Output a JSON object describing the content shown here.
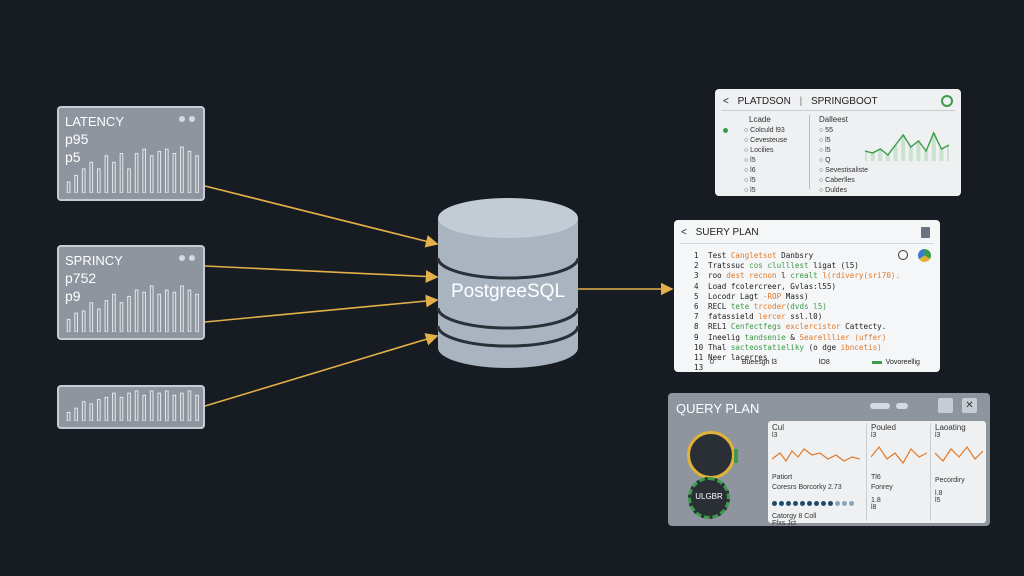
{
  "left_panels": [
    {
      "lines": [
        "LATENCY",
        "p95",
        "p5"
      ],
      "bars": [
        10,
        16,
        22,
        28,
        22,
        34,
        28,
        36,
        22,
        36,
        40,
        34,
        38,
        40,
        36,
        42,
        38,
        34
      ]
    },
    {
      "lines": [
        "SPRINCY",
        "p752",
        "p9"
      ],
      "bars": [
        12,
        18,
        20,
        28,
        22,
        30,
        36,
        28,
        34,
        40,
        38,
        44,
        36,
        40,
        38,
        44,
        40,
        36
      ]
    },
    {
      "lines": [],
      "bars": [
        8,
        12,
        18,
        16,
        20,
        22,
        26,
        22,
        26,
        28,
        24,
        28,
        26,
        28,
        24,
        26,
        28,
        24
      ]
    }
  ],
  "db": {
    "label": "PostgreeSQL"
  },
  "card_top": {
    "back": "<",
    "title": "PLATDSON",
    "divider": "|",
    "subtitle": "SPRINGBOOT",
    "col1_title": "Lcade",
    "col1_items": [
      "Colculd l93",
      "Cevesteuse",
      "Locilies",
      "l5",
      "l6",
      "l5",
      "l5"
    ],
    "col2_title": "Dalleest",
    "col2_items": [
      "55",
      "l5",
      "l5",
      "Q",
      "Sevestisaliste",
      "Caberlles",
      "Duldes"
    ],
    "spark": [
      24,
      26,
      22,
      28,
      18,
      8,
      20,
      14,
      24,
      6,
      22,
      18
    ]
  },
  "card_query": {
    "back": "<",
    "title": "SUERY PLAN",
    "lines": [
      {
        "n": "1",
        "parts": [
          {
            "t": "Test ",
            "c": "#222"
          },
          {
            "t": "Cangletsot",
            "c": "#e07a2a"
          },
          {
            "t": " Danbsry",
            "c": "#222"
          }
        ]
      },
      {
        "n": "2",
        "parts": [
          {
            "t": "Tratssuc ",
            "c": "#222"
          },
          {
            "t": "cos clulllest",
            "c": "#3a9c48"
          },
          {
            "t": " ligat (l5)",
            "c": "#222"
          }
        ]
      },
      {
        "n": "3",
        "parts": [
          {
            "t": "roo ",
            "c": "#222"
          },
          {
            "t": "dest recnon",
            "c": "#e07a2a"
          },
          {
            "t": " l ",
            "c": "#222"
          },
          {
            "t": "crealt",
            "c": "#3a9c48"
          },
          {
            "t": " l(rdivery(sri70).",
            "c": "#e07a2a"
          }
        ]
      },
      {
        "n": "4",
        "parts": [
          {
            "t": "Load ",
            "c": "#222"
          },
          {
            "t": "fcolercreer,",
            "c": "#222"
          },
          {
            "t": " Gvlas:l55)",
            "c": "#222"
          }
        ]
      },
      {
        "n": "5",
        "parts": [
          {
            "t": "Locodr ",
            "c": "#222"
          },
          {
            "t": "Lagt ",
            "c": "#222"
          },
          {
            "t": "-ROP",
            "c": "#e07a2a"
          },
          {
            "t": " Mass)",
            "c": "#222"
          }
        ]
      },
      {
        "n": "6",
        "parts": [
          {
            "t": "RECL ",
            "c": "#222"
          },
          {
            "t": "tete ",
            "c": "#3a9c48"
          },
          {
            "t": "trcoder",
            "c": "#e07a2a"
          },
          {
            "t": "(dvds l5)",
            "c": "#3a9c48"
          }
        ]
      },
      {
        "n": "7",
        "parts": [
          {
            "t": "fatassield ",
            "c": "#222"
          },
          {
            "t": "lercer",
            "c": "#e07a2a"
          },
          {
            "t": " ssl.l0)",
            "c": "#222"
          }
        ]
      },
      {
        "n": "8",
        "parts": [
          {
            "t": "REL1 ",
            "c": "#222"
          },
          {
            "t": "Cenfectfegs",
            "c": "#3a9c48"
          },
          {
            "t": " exclercistor",
            "c": "#e07a2a"
          },
          {
            "t": " Cattecty.",
            "c": "#222"
          }
        ]
      },
      {
        "n": "9",
        "parts": [
          {
            "t": "Ineelig ",
            "c": "#222"
          },
          {
            "t": "tandsenie",
            "c": "#3a9c48"
          },
          {
            "t": " & ",
            "c": "#222"
          },
          {
            "t": "Searelllier",
            "c": "#e07a2a"
          },
          {
            "t": " (uffer)",
            "c": "#e07a2a"
          }
        ]
      },
      {
        "n": "10",
        "parts": [
          {
            "t": "Thal ",
            "c": "#222"
          },
          {
            "t": "sacteostatieliky",
            "c": "#3a9c48"
          },
          {
            "t": " (o dge ",
            "c": "#222"
          },
          {
            "t": "ibncetis)",
            "c": "#e07a2a"
          }
        ]
      },
      {
        "n": "11",
        "parts": [
          {
            "t": "Neer ",
            "c": "#222"
          },
          {
            "t": "lacerres",
            "c": "#222"
          }
        ]
      },
      {
        "n": "13",
        "parts": []
      }
    ],
    "footer": [
      "0",
      "Bueesgh l3",
      "lO8",
      "Vovoreellig"
    ]
  },
  "card_bottom": {
    "title": "QUERY PLAN",
    "gauge_label": "ULGBR",
    "cols": [
      {
        "title": "Cul",
        "value": "l3",
        "foot1": "Patiort",
        "foot2": "Coresrs   Borcorky  2.73",
        "foot3": "Catorgy   8  Coll",
        "foot4": "Ffxs   Jct"
      },
      {
        "title": "Pouled",
        "value": "l3",
        "foot1": "Tl6",
        "foot2": "Fonrey",
        "foot3": "1.8",
        "foot4": "l8"
      },
      {
        "title": "Laoating",
        "value": "l3",
        "foot1": "",
        "foot2": "Pecordiry",
        "foot3": "l.8",
        "foot4": "l5"
      }
    ]
  },
  "colors": {
    "arrow": "#e4b04a",
    "green": "#3a9c48",
    "orange": "#e07a2a",
    "db": "#a9b4c0"
  }
}
